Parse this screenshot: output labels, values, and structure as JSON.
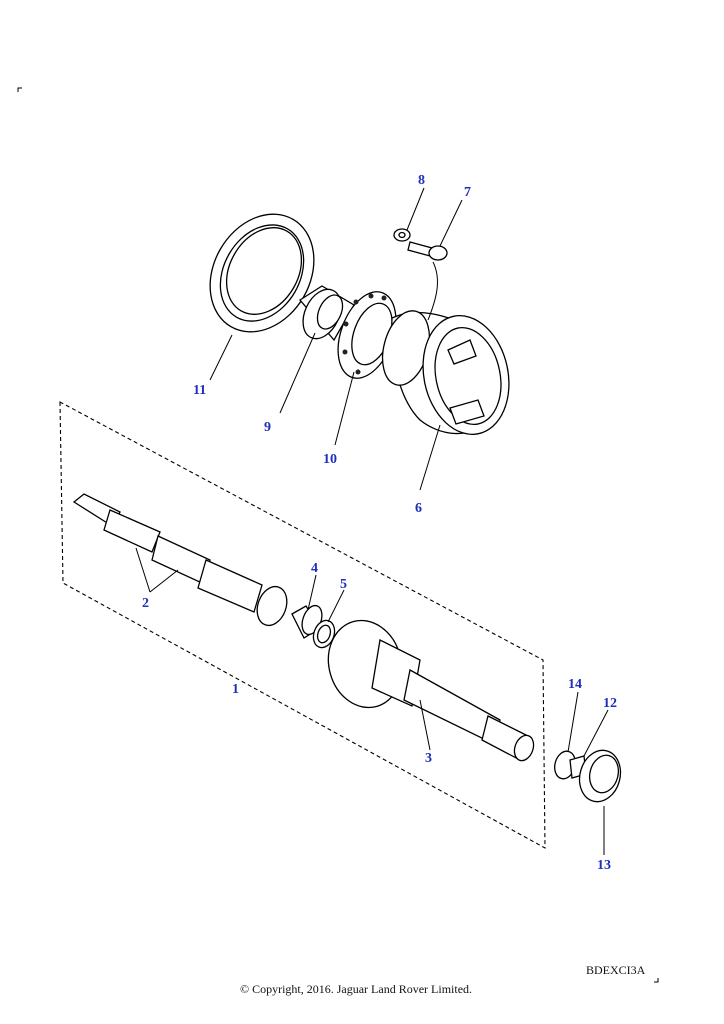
{
  "diagram": {
    "callouts": [
      {
        "id": "c1",
        "label": "1"
      },
      {
        "id": "c2",
        "label": "2"
      },
      {
        "id": "c3",
        "label": "3"
      },
      {
        "id": "c4",
        "label": "4"
      },
      {
        "id": "c5",
        "label": "5"
      },
      {
        "id": "c6",
        "label": "6"
      },
      {
        "id": "c7",
        "label": "7"
      },
      {
        "id": "c8",
        "label": "8"
      },
      {
        "id": "c9",
        "label": "9"
      },
      {
        "id": "c10",
        "label": "10"
      },
      {
        "id": "c11",
        "label": "11"
      },
      {
        "id": "c12",
        "label": "12"
      },
      {
        "id": "c13",
        "label": "13"
      },
      {
        "id": "c14",
        "label": "14"
      }
    ],
    "label_color": "#1f2fb8"
  },
  "footer": {
    "reference_code": "BDEXCI3A",
    "copyright": "© Copyright, 2016. Jaguar Land Rover Limited."
  }
}
